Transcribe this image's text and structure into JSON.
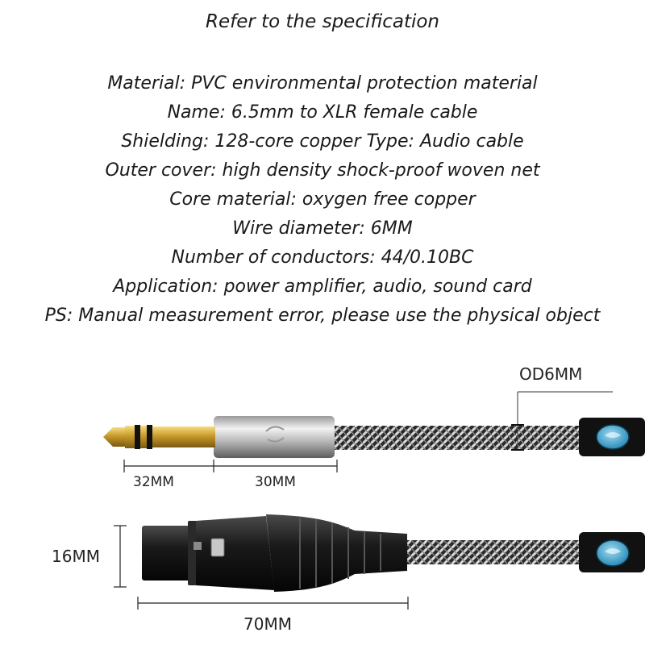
{
  "heading": "Refer to the specification",
  "specs": [
    "Material: PVC environmental protection material",
    "Name: 6.5mm to XLR female cable",
    "Shielding: 128-core copper Type: Audio cable",
    "Outer cover: high density shock-proof woven net",
    "Core material: oxygen free copper",
    "Wire diameter: 6MM",
    "Number of conductors: 44/0.10BC",
    "Application: power amplifier, audio, sound card",
    "PS: Manual measurement error, please use the physical object"
  ],
  "dimensions": {
    "od": "OD6MM",
    "tip_length": "32MM",
    "body_length": "30MM",
    "xlr_height": "16MM",
    "xlr_length": "70MM"
  }
}
